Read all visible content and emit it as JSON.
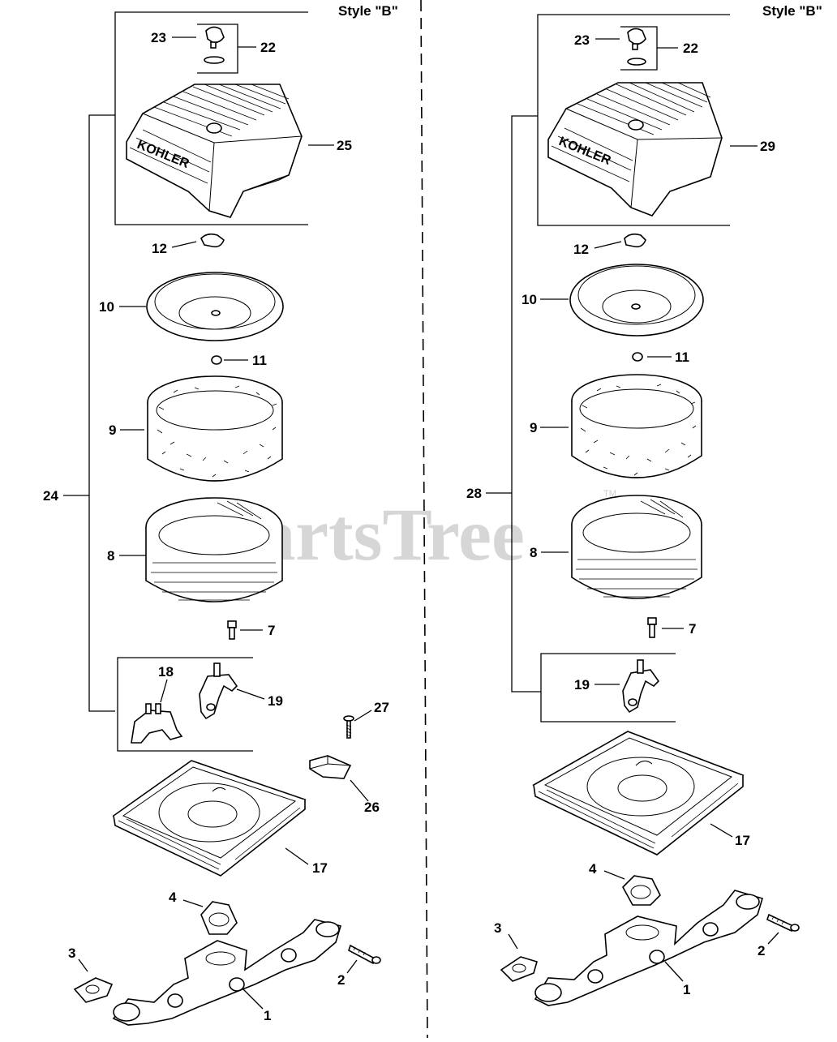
{
  "watermark": {
    "text": "PartsTree",
    "trademark": "TM"
  },
  "left_panel": {
    "style_label": "Style \"B\"",
    "callouts": [
      "23",
      "22",
      "25",
      "12",
      "10",
      "11",
      "9",
      "24",
      "8",
      "7",
      "18",
      "19",
      "27",
      "26",
      "17",
      "4",
      "3",
      "2",
      "1"
    ]
  },
  "right_panel": {
    "style_label": "Style \"B\"",
    "callouts": [
      "23",
      "22",
      "29",
      "12",
      "10",
      "11",
      "9",
      "28",
      "8",
      "7",
      "19",
      "17",
      "4",
      "3",
      "2",
      "1"
    ]
  },
  "cover_brand": "KOHLER"
}
